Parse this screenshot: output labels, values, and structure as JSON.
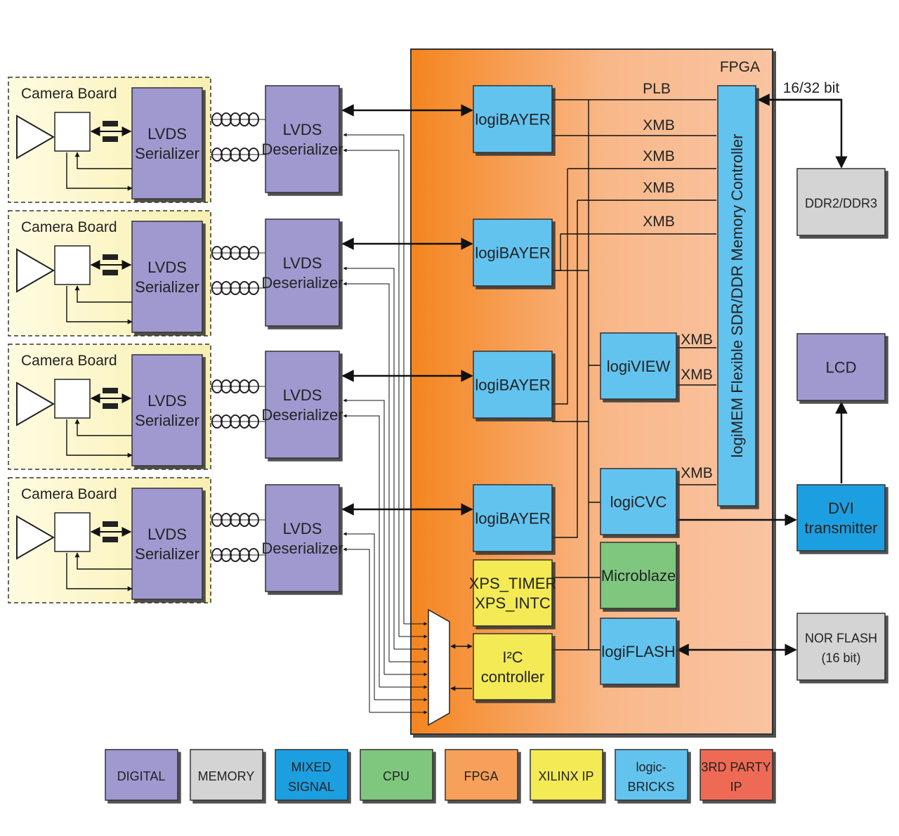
{
  "fpga": {
    "label": "FPGA"
  },
  "camera_label": "Camera Board",
  "serializer": {
    "line1": "LVDS",
    "line2": "Serializer"
  },
  "deserializer": {
    "line1": "LVDS",
    "line2": "Deserializer"
  },
  "bus": {
    "plb": "PLB",
    "xmb": "XMB",
    "width": "16/32 bit"
  },
  "blocks": {
    "logibayer": "logiBAYER",
    "logiview": "logiVIEW",
    "logicvc": "logiCVC",
    "microblaze": "Microblaze",
    "logiflash": "logiFLASH",
    "xps_line1": "XPS_TIMER",
    "xps_line2": "XPS_INTC",
    "i2c_line1": "I²C",
    "i2c_line2": "controller",
    "memctrl": "logiMEM Flexible SDR/DDR Memory Controller",
    "ddr": "DDR2/DDR3",
    "lcd": "LCD",
    "dvi_line1": "DVI",
    "dvi_line2": "transmitter",
    "nor_line1": "NOR FLASH",
    "nor_line2": "(16 bit)"
  },
  "legend": [
    {
      "line1": "DIGITAL",
      "line2": "",
      "color": "#9f99d0"
    },
    {
      "line1": "MEMORY",
      "line2": "",
      "color": "#d4d4d4"
    },
    {
      "line1": "MIXED",
      "line2": "SIGNAL",
      "color": "#1f9fe0"
    },
    {
      "line1": "CPU",
      "line2": "",
      "color": "#7fc77f"
    },
    {
      "line1": "FPGA",
      "line2": "",
      "color": "#f6a05a"
    },
    {
      "line1": "XILINX IP",
      "line2": "",
      "color": "#f3ea55"
    },
    {
      "line1": "logic-",
      "line2": "BRICKS",
      "color": "#64c3ef"
    },
    {
      "line1": "3RD PARTY",
      "line2": "IP",
      "color": "#ef6a55"
    }
  ],
  "colors": {
    "digital": "#9f99d0",
    "memory": "#d4d4d4",
    "mixed": "#1f9fe0",
    "cpu": "#7fc77f",
    "xilinx": "#f3ea55",
    "logicbricks": "#64c3ef",
    "camera": "#fdf7c6"
  }
}
